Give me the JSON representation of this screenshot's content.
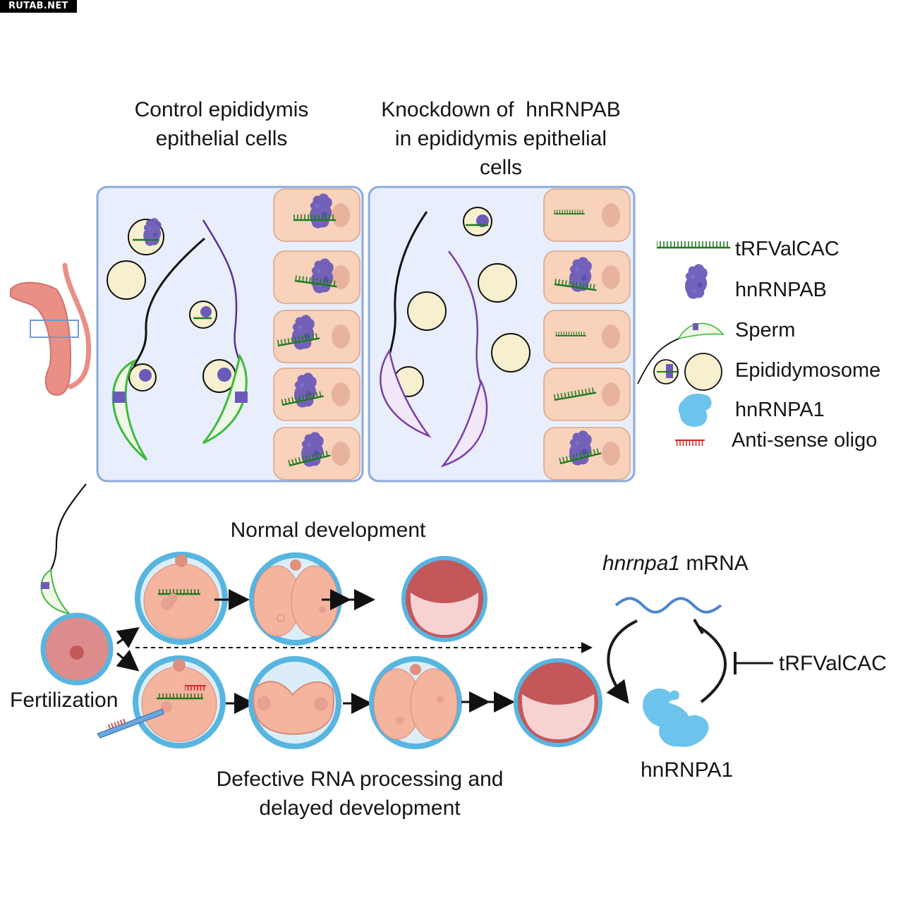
{
  "watermark": "RUTAB.NET",
  "panels": {
    "control": {
      "title_line1": "Control epididymis",
      "title_line2": "epithelial cells"
    },
    "knockdown": {
      "title_line1": "Knockdown of  hnRNPAB",
      "title_line2": "in epididymis epithelial",
      "title_line3": "cells"
    }
  },
  "legend": {
    "items": [
      {
        "label": "tRFValCAC",
        "icon": "trf-comb-icon",
        "color": "#1e7a1e"
      },
      {
        "label": "hnRNPAB",
        "icon": "hnrnpab-protein-icon",
        "color": "#6b5bb8"
      },
      {
        "label": "Sperm",
        "icon": "sperm-icon",
        "color": "#3dba3d"
      },
      {
        "label": "Epididymosome",
        "icon": "epididymosome-icon",
        "color": "#f7f0cf"
      },
      {
        "label": "hnRNPA1",
        "icon": "hnrnpa1-protein-icon",
        "color": "#6cc4ec"
      },
      {
        "label": "Anti-sense oligo",
        "icon": "antisense-oligo-icon",
        "color": "#d42a2a"
      }
    ]
  },
  "development": {
    "normal_label": "Normal development",
    "fertilization_label": "Fertilization",
    "defective_line1": "Defective RNA processing and",
    "defective_line2": "delayed development"
  },
  "pathway": {
    "mrna_italic": "hnrnpa1",
    "mrna_suffix": " mRNA",
    "protein_label": "hnRNPA1",
    "inhibitor_label": "tRFValCAC"
  },
  "colors": {
    "panel_fill": "#e8eefb",
    "panel_border": "#8eaadd",
    "cell_fill": "#f8d2bb",
    "cell_border": "#d9a58a",
    "nucleus": "#e8b39d",
    "vesicle_fill": "#f7f0cf",
    "hnrnpab": "#6b5bb8",
    "trf": "#1e7a1e",
    "sperm_control": "#3dba3d",
    "sperm_knockdown": "#7a3fa8",
    "zona": "#58b5e0",
    "embryo": "#f4b49d",
    "blastocyst": "#c4575a",
    "mrna": "#4a86cf",
    "hnrnpa1": "#6cc4ec",
    "antisense": "#d42a2a"
  }
}
